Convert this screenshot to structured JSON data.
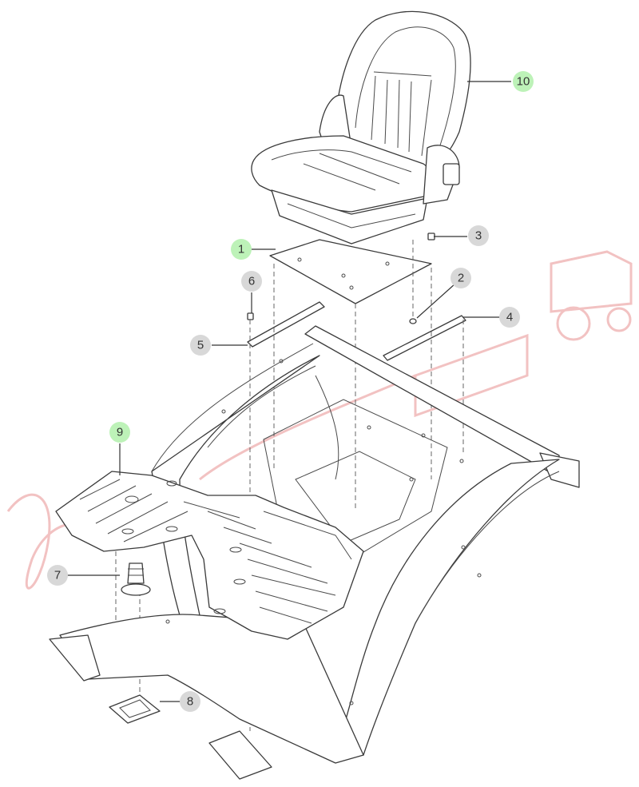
{
  "callouts": [
    {
      "id": "1",
      "highlight": true
    },
    {
      "id": "2",
      "highlight": false
    },
    {
      "id": "3",
      "highlight": false
    },
    {
      "id": "4",
      "highlight": false
    },
    {
      "id": "5",
      "highlight": false
    },
    {
      "id": "6",
      "highlight": false
    },
    {
      "id": "7",
      "highlight": false
    },
    {
      "id": "8",
      "highlight": false
    },
    {
      "id": "9",
      "highlight": true
    },
    {
      "id": "10",
      "highlight": true
    }
  ],
  "colors": {
    "highlight": "#bdf2b8",
    "callout": "#d8d8d8",
    "watermark": "#f2c2c2",
    "line": "#3a3a3a"
  }
}
